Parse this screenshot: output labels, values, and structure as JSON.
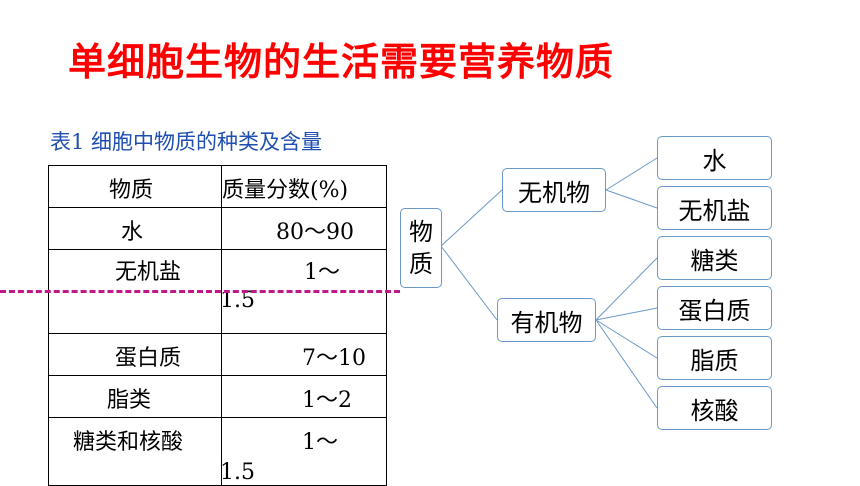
{
  "title": "单细胞生物的生活需要营养物质",
  "table": {
    "caption": "表1 细胞中物质的种类及含量",
    "headers": [
      "物质",
      "质量分数(%)"
    ],
    "rows": [
      {
        "name": "水",
        "value": "80～90"
      },
      {
        "name": "无机盐",
        "value_line1": "1～",
        "value_line2": "1.5"
      },
      {
        "name": "蛋白质",
        "value": "7～10"
      },
      {
        "name": "脂类",
        "value": "1～2"
      },
      {
        "name": "糖类和核酸",
        "value_line1": "1～",
        "value_line2": "1.5"
      }
    ]
  },
  "diagram": {
    "root": [
      "物",
      "质"
    ],
    "branches": [
      {
        "label": "无机物",
        "children": [
          "水",
          "无机盐"
        ]
      },
      {
        "label": "有机物",
        "children": [
          "糖类",
          "蛋白质",
          "脂质",
          "核酸"
        ]
      }
    ],
    "colors": {
      "border": "#6a98c8",
      "connector": "#6a98c8"
    }
  },
  "colors": {
    "title": "#ff0000",
    "caption": "#1f4fb0",
    "dashed_line": "#c0188a"
  }
}
